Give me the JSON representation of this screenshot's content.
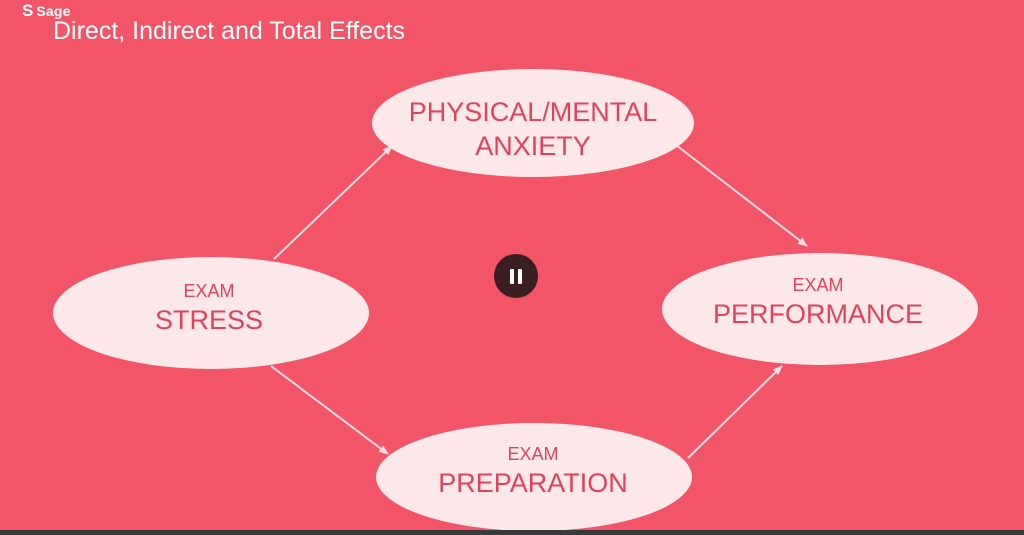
{
  "colors": {
    "background": "#f25468",
    "node_fill": "#fde8e9",
    "node_text": "#e0425e",
    "arrow": "#fbdde1",
    "pause_button": "#3a1e22"
  },
  "brand": {
    "icon": "sage-s-logo-icon",
    "mark": "S",
    "name": "Sage"
  },
  "slide": {
    "title": "Direct, Indirect and Total Effects"
  },
  "nodes": {
    "stress": {
      "line1": "EXAM",
      "line2": "STRESS"
    },
    "anxiety": {
      "line1": "PHYSICAL/MENTAL",
      "line2": "ANXIETY"
    },
    "preparation": {
      "line1": "EXAM",
      "line2": "PREPARATION"
    },
    "performance": {
      "line1": "EXAM",
      "line2": "PERFORMANCE"
    }
  },
  "edges": [
    {
      "from": "stress",
      "to": "anxiety"
    },
    {
      "from": "anxiety",
      "to": "performance"
    },
    {
      "from": "stress",
      "to": "preparation"
    },
    {
      "from": "preparation",
      "to": "performance"
    }
  ],
  "player": {
    "pause_icon": "pause-icon"
  }
}
